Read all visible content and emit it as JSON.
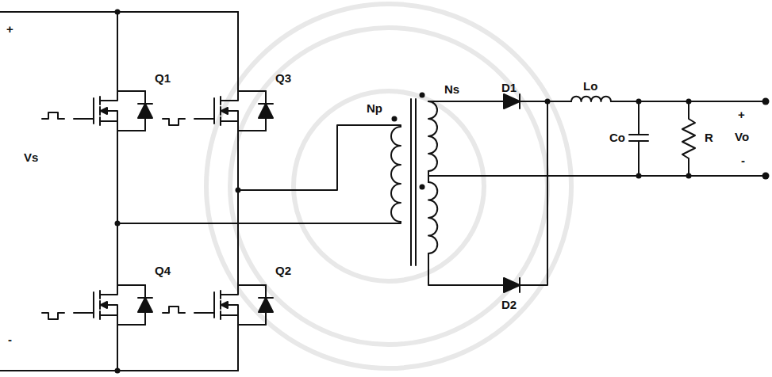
{
  "diagram": {
    "labels": [
      "+",
      "Q1",
      "Q3",
      "Np",
      "Ns",
      "D1",
      "Lo",
      "Co",
      "R",
      "+",
      "Vo",
      "-",
      "Vs",
      "Q4",
      "Q2",
      "D2",
      "-"
    ]
  }
}
